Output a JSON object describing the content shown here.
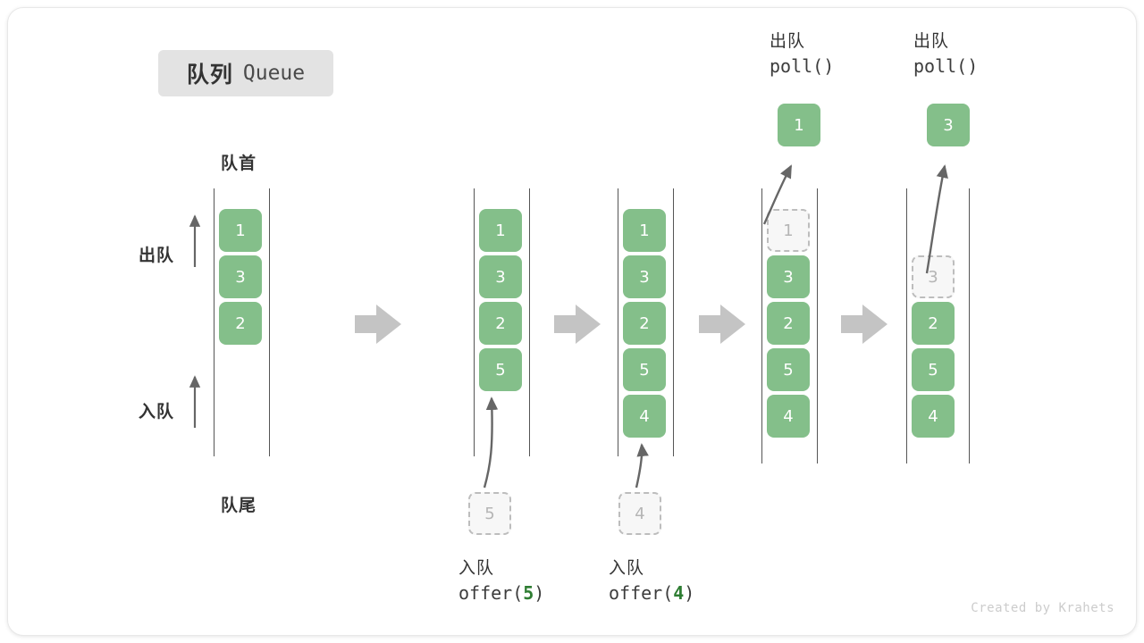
{
  "title": {
    "cn": "队列",
    "en": "Queue"
  },
  "labels": {
    "head": "队首",
    "tail": "队尾",
    "dequeue": "出队",
    "enqueue": "入队"
  },
  "credit": "Created by Krahets",
  "colors": {
    "cell_fill": "#84bf8a",
    "cell_text": "#ffffff",
    "ghost_fill": "#f7f7f7",
    "ghost_border": "#bdbdbd",
    "ghost_text": "#b5b5b5",
    "rail": "#555555",
    "arrow": "#bdbdbd",
    "accent_num": "#2e7d32",
    "badge_bg": "#e3e3e3"
  },
  "stages": [
    {
      "id": "initial",
      "cells": [
        {
          "value": "1",
          "state": "filled"
        },
        {
          "value": "3",
          "state": "filled"
        },
        {
          "value": "2",
          "state": "filled"
        }
      ],
      "op": null,
      "incoming": null,
      "outgoing": null
    },
    {
      "id": "after-offer-5",
      "cells": [
        {
          "value": "1",
          "state": "filled"
        },
        {
          "value": "3",
          "state": "filled"
        },
        {
          "value": "2",
          "state": "filled"
        },
        {
          "value": "5",
          "state": "filled"
        }
      ],
      "op": {
        "line1": "入队",
        "fn": "offer(",
        "arg": "5",
        "close": ")"
      },
      "incoming": {
        "value": "5",
        "state": "ghost"
      },
      "outgoing": null
    },
    {
      "id": "after-offer-4",
      "cells": [
        {
          "value": "1",
          "state": "filled"
        },
        {
          "value": "3",
          "state": "filled"
        },
        {
          "value": "2",
          "state": "filled"
        },
        {
          "value": "5",
          "state": "filled"
        },
        {
          "value": "4",
          "state": "filled"
        }
      ],
      "op": {
        "line1": "入队",
        "fn": "offer(",
        "arg": "4",
        "close": ")"
      },
      "incoming": {
        "value": "4",
        "state": "ghost"
      },
      "outgoing": null
    },
    {
      "id": "after-poll-1",
      "cells": [
        {
          "value": "1",
          "state": "ghost"
        },
        {
          "value": "3",
          "state": "filled"
        },
        {
          "value": "2",
          "state": "filled"
        },
        {
          "value": "5",
          "state": "filled"
        },
        {
          "value": "4",
          "state": "filled"
        }
      ],
      "op": {
        "line1": "出队",
        "fn": "poll(",
        "arg": "",
        "close": ")"
      },
      "incoming": null,
      "outgoing": {
        "value": "1",
        "state": "filled"
      }
    },
    {
      "id": "after-poll-3",
      "cells": [
        {
          "value": "",
          "state": "empty"
        },
        {
          "value": "3",
          "state": "ghost"
        },
        {
          "value": "2",
          "state": "filled"
        },
        {
          "value": "5",
          "state": "filled"
        },
        {
          "value": "4",
          "state": "filled"
        }
      ],
      "op": {
        "line1": "出队",
        "fn": "poll(",
        "arg": "",
        "close": ")"
      },
      "incoming": null,
      "outgoing": {
        "value": "3",
        "state": "filled"
      }
    }
  ]
}
